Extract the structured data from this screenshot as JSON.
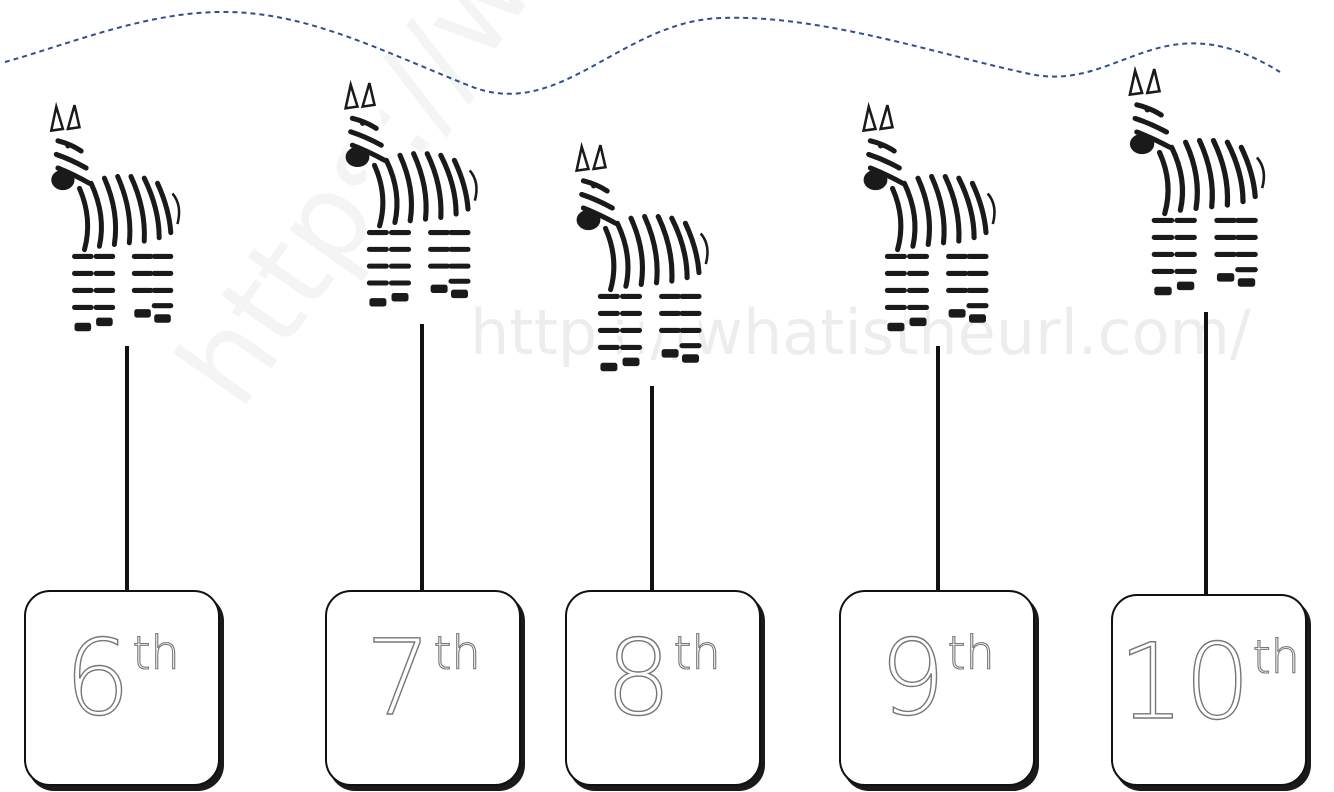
{
  "watermark": {
    "text": "https://whatistheurl.com/"
  },
  "colors": {
    "wave": "#2f4f8f",
    "line": "#111111",
    "box_border": "#111111",
    "digits": "#777777"
  },
  "items": [
    {
      "animal": "zebra-icon",
      "number": "6",
      "suffix": "th"
    },
    {
      "animal": "zebra-icon",
      "number": "7",
      "suffix": "th"
    },
    {
      "animal": "zebra-icon",
      "number": "8",
      "suffix": "th"
    },
    {
      "animal": "zebra-icon",
      "number": "9",
      "suffix": "th"
    },
    {
      "animal": "zebra-icon",
      "number": "10",
      "suffix": "th"
    }
  ]
}
